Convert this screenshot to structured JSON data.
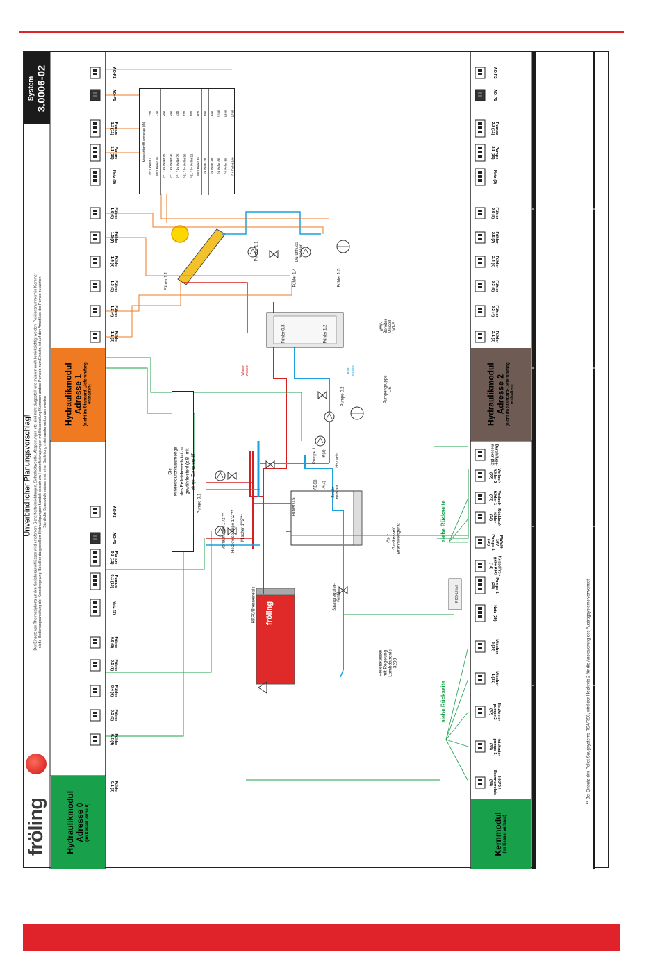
{
  "colors": {
    "brand_red": "#e0232b",
    "flow": "#d42020",
    "return": "#1aa0dc",
    "signal_green": "#18a04a",
    "orange": "#ef7a21",
    "brown": "#6e5b53",
    "dark": "#1b1b1b"
  },
  "header": {
    "logo": "fröling",
    "system_label": "System",
    "system_number": "3.0006-02"
  },
  "notes": {
    "title": "Unverbindlicher Planungsvorschlag!",
    "line1": "Der Einsatz von Thermosiphons an den Speicheranschlüssen wird empfohlen! Sicherheitseinrichtungen, Sicherheitsventile, Absperrungen etc. sind nicht dargestellt und müssen noch berücksichtigt werden! Positionsnummern in Klammer",
    "line2": "siehe Bedienungsanleitung der Kesselregelung! Bei allen dargestellten Hydraulikpumpen handelt es sich um Hocheffizienzpumpen mit Steuerleitung! Kommen andere Pumpen zum Einsatz, ist auf den Anschluss der Pumpe zu achten!",
    "line3": "Sämtliche Busmodule müssen mit einer Busleitung miteinander verbunden werden"
  },
  "modules": {
    "m0": {
      "title": "Hydraulikmodul",
      "address": "Adresse 0",
      "note": "(im Kessel verbaut)"
    },
    "m1": {
      "title": "Hydraulikmodul",
      "address": "Adresse 1",
      "note": "(nicht im Standard-Lieferumfang enthalten)"
    },
    "m2": {
      "title": "Hydraulikmodul",
      "address": "Adresse 2",
      "note": "(nicht im Standard-Lieferumfang enthalten)"
    },
    "core": {
      "title": "Kernmodul",
      "note": "(im Kessel verbaut)"
    }
  },
  "terminals_m0": [
    "Fühler 0.1 (3)",
    "Fühler 0.2 (4)",
    "Fühler 0.3 (5)",
    "Fühler 0.4 (6)",
    "Fühler 0.5 (7)",
    "Fühler 0.6 (8)",
    "Netz (9)",
    "Pumpe 0.1 (10)",
    "Pumpe 0.2 (11)",
    "AO-P1",
    "AO-P2"
  ],
  "terminals_m1": [
    "Fühler 1.1 (3)",
    "Fühler 1.2 (4)",
    "Fühler 1.3 (5)",
    "Fühler 1.4 (6)",
    "Fühler 1.5 (7)",
    "Fühler 1.6 (8)",
    "Netz (9)",
    "Pumpe 1.1 (10)",
    "Pumpe 1.2 (11)",
    "AO-P1",
    "AO-P2"
  ],
  "terminals_core": [
    "HKP0 / Brennerrelais (34)",
    "Heizkreis-pumpe 1 (33)",
    "Heizkreis-pumpe 2 (32)",
    "Mischer 1 (31)",
    "Mischer 2 (30)",
    "Netz (29)",
    "Pumpe 1 (28)",
    "Kesselfrei-gabe KFG (14)",
    "PWM/0-10V Pumpe 1 (26)",
    "Rücklauf-fühler (24)",
    "Vorlauf-fühler 1 (23)",
    "Vorlauf-fühler 2 (22)",
    "Durchfluss-messer (12)"
  ],
  "terminals_m2": [
    "Fühler 2.1 (3)",
    "Fühler 2.2 (4)",
    "Fühler 2.3 (5)",
    "Fühler 2.4 (6)",
    "Fühler 2.5 (7)",
    "Fühler 2.6 (8)",
    "Netz (9)",
    "Pumpe 2.1 (10)",
    "Pumpe 2.2 (11)",
    "AO-P1",
    "AO-P2"
  ],
  "pump_table": {
    "header": "Mindestdurchflussmenge (l/h)",
    "rows": [
      [
        "PE1 Pellet 7",
        "120"
      ],
      [
        "PE1 Pellet 10",
        "170"
      ],
      [
        "PE1 / P4 Pellet 15",
        "260"
      ],
      [
        "PE1 / P4 Pellet 20",
        "340"
      ],
      [
        "PE1 / P4 Pellet 25",
        "430"
      ],
      [
        "PE1 / P4 Pellet 30",
        "520"
      ],
      [
        "PE1 / P4 Pellet 32",
        "550"
      ],
      [
        "PE1 Pellet 35",
        "600"
      ],
      [
        "P4 Pellet 38",
        "650"
      ],
      [
        "P4 Pellet 48",
        "830"
      ],
      [
        "P4 Pellet 60",
        "1030"
      ],
      [
        "P4 Pellet 80",
        "1380"
      ],
      [
        "P4 Pellet 100",
        "1720"
      ]
    ]
  },
  "labels": {
    "min_flow_note": "Die Mindestdurchflussmenge des Pelletskessels ist zu gewährleisten! (z.B. mit einem Zonenventil)",
    "pumpe01": "Pumpe 0.1",
    "vorlauf": "Vorlauffühler 1\"/2\"**",
    "heizkreis": "Heizkreispumpe 1\"/2\"**",
    "mischer": "Mischer 1\"/2\"**",
    "hkp0": "HKP0/Brennerrelais",
    "strang": "Strangregulier-ventil",
    "boiler_caption": "Pelletskessel mit Regelung Lambdatronic 3200",
    "boiler_brand": "fröling",
    "oel_gas": "Öl- / Gaskessel/ Brennwertgerät",
    "f05": "Fühler 0.5",
    "pumpe1": "Pumpe 1",
    "ab1": "AB(1)",
    "a2": "A(2)",
    "b3": "B(3)",
    "heizkreis_r": "Heizkreis",
    "zusatz": "Zusatz-heizkreis",
    "pumpengruppe": "Pumpengruppe OE",
    "pumpe02": "Pumpe 0.2",
    "warm": "Warm-wasser",
    "kalt": "Kalt-wasser",
    "wwb": "WW-Bereiter Unicell NT-S",
    "f11": "Fühler 1.1",
    "f12": "Fühler 1.2",
    "f03": "Fühler 0.3",
    "f14": "Fühler 1.4",
    "f15": "Fühler 1.5",
    "pumpe11": "Pumpe 1.1",
    "durchfluss": "Durchfluss-messer",
    "siehe": "siehe Rückseite",
    "pcb": "PCB-Uhtell",
    "footnote": "** Bei Einsatz des Pellet-Saugsystems RS4/RS8, wird der Heizkreis 2 für die Ansteuerung des Austragsystems verwendet!"
  }
}
